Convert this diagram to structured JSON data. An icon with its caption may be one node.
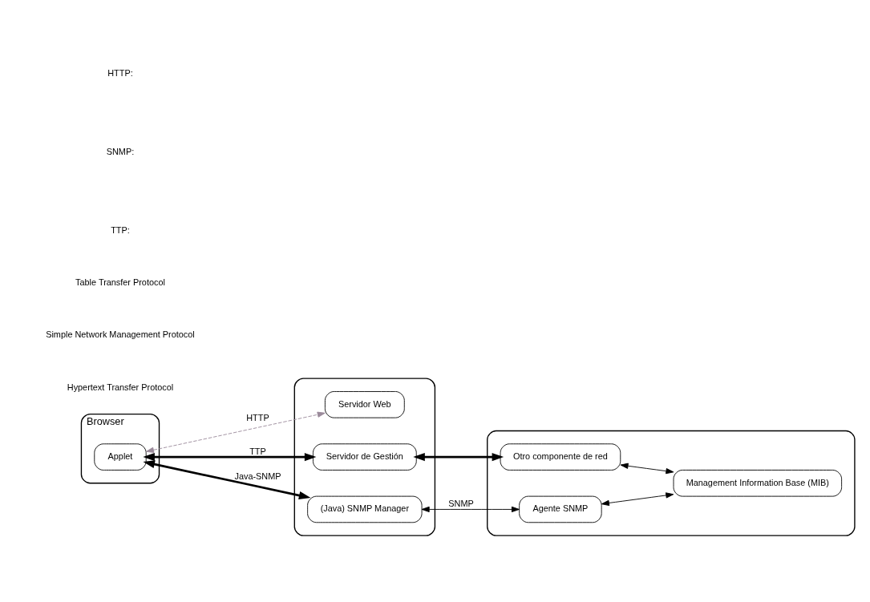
{
  "diagram": {
    "nodes": [
      {
        "text": [
          "Browser"
        ]
      },
      {
        "text": [
          "Applet"
        ],
        "in": 0
      },
      {
        "text": [],
        "shape": "box"
      },
      {
        "text": [
          "Servidor Web"
        ],
        "in": 2
      },
      {
        "text": [
          "Servidor de Gestión"
        ],
        "in": 2
      },
      {
        "text": [
          "(Java) SNMP Manager"
        ],
        "in": 2
      },
      {
        "text": [],
        "shape": "box"
      },
      {
        "text": [
          "Agente SNMP"
        ],
        "in": 6
      },
      {
        "text": [
          "Otro componente de red"
        ],
        "in": 6
      },
      {
        "text": [
          "Management Information Base (MIB)"
        ],
        "in": 6
      }
    ],
    "edges": [
      {
        "from": 1,
        "to": 3,
        "arrow": "both",
        "label": "HTTP",
        "style": "dashed",
        "color": "#9a8a9a"
      },
      {
        "from": 1,
        "to": 4,
        "arrow": "both",
        "label": "TTP",
        "style": "thick"
      },
      {
        "from": 1,
        "to": 5,
        "arrow": "both",
        "label": "Java-SNMP",
        "style": "thick"
      },
      {
        "from": 5,
        "to": 7,
        "arrow": "both",
        "label": "SNMP"
      },
      {
        "from": 4,
        "to": 8,
        "arrow": "both",
        "style": "thick"
      },
      {
        "from": 7,
        "to": 9,
        "arrow": "both"
      },
      {
        "from": 8,
        "to": 9,
        "arrow": "both"
      }
    ],
    "labels": [
      "HTTP:",
      "Hypertext Transfer Protocol",
      "SNMP:",
      "Simple Network Management Protocol",
      "TTP:",
      "Table Transfer Protocol"
    ]
  }
}
